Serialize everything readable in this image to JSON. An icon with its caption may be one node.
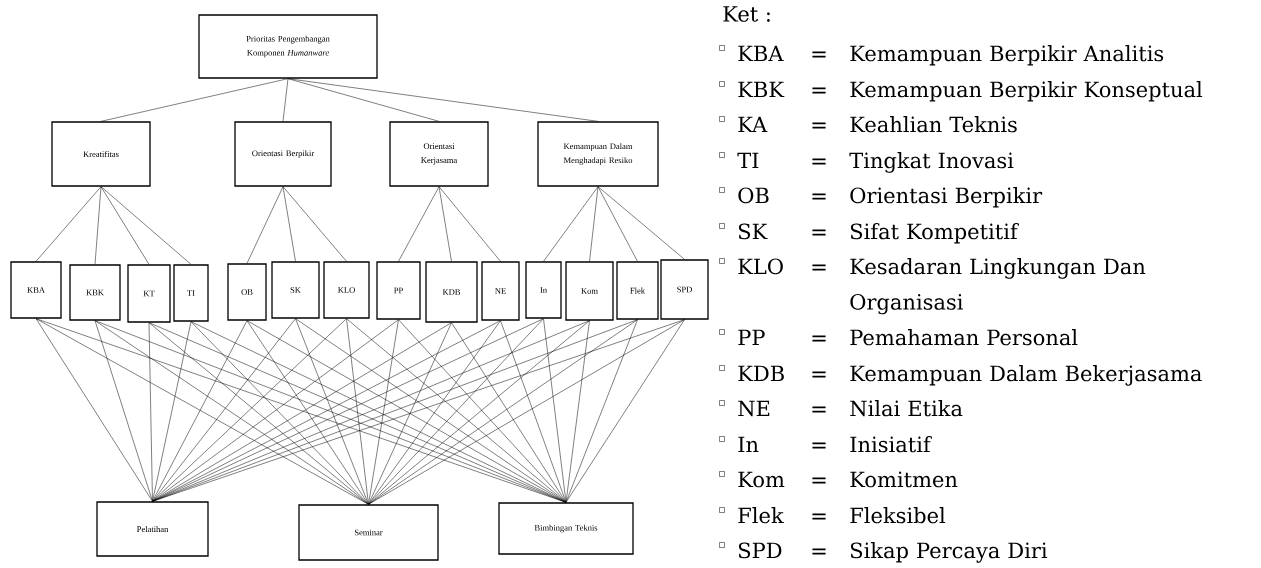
{
  "diagram": {
    "nodes": [
      {
        "text": [
          "Prioritas Pengembangan Komponen *Humanware*"
        ]
      },
      {
        "text": [
          "Kreatifitas"
        ]
      },
      {
        "text": [
          "Orientasi Berpikir"
        ]
      },
      {
        "text": [
          "Orientasi Kerjasama"
        ]
      },
      {
        "text": [
          "Kemampuan Dalam Menghadapi Resiko"
        ]
      },
      {
        "text": [
          "KBA"
        ]
      },
      {
        "text": [
          "KBK"
        ]
      },
      {
        "text": [
          "KT"
        ]
      },
      {
        "text": [
          "TI"
        ]
      },
      {
        "text": [
          "OB"
        ]
      },
      {
        "text": [
          "SK"
        ]
      },
      {
        "text": [
          "KLO"
        ]
      },
      {
        "text": [
          "PP"
        ]
      },
      {
        "text": [
          "KDB"
        ]
      },
      {
        "text": [
          "NE"
        ]
      },
      {
        "text": [
          "In"
        ]
      },
      {
        "text": [
          "Kom"
        ]
      },
      {
        "text": [
          "Flek"
        ]
      },
      {
        "text": [
          "SPD"
        ]
      },
      {
        "text": [
          "Pelatihan"
        ]
      },
      {
        "text": [
          "Seminar"
        ]
      },
      {
        "text": [
          "Bimbingan Teknis"
        ]
      }
    ],
    "edges": [
      {
        "from": 0,
        "to": 1,
        "arrow": "none"
      },
      {
        "from": 0,
        "to": 2,
        "arrow": "none"
      },
      {
        "from": 0,
        "to": 3,
        "arrow": "none"
      },
      {
        "from": 0,
        "to": 4,
        "arrow": "none"
      },
      {
        "from": 1,
        "to": 5,
        "arrow": "none"
      },
      {
        "from": 1,
        "to": 6,
        "arrow": "none"
      },
      {
        "from": 1,
        "to": 7,
        "arrow": "none"
      },
      {
        "from": 1,
        "to": 8,
        "arrow": "none"
      },
      {
        "from": 2,
        "to": 9,
        "arrow": "none"
      },
      {
        "from": 2,
        "to": 10,
        "arrow": "none"
      },
      {
        "from": 2,
        "to": 11,
        "arrow": "none"
      },
      {
        "from": 3,
        "to": 12,
        "arrow": "none"
      },
      {
        "from": 3,
        "to": 13,
        "arrow": "none"
      },
      {
        "from": 3,
        "to": 14,
        "arrow": "none"
      },
      {
        "from": 4,
        "to": 15,
        "arrow": "none"
      },
      {
        "from": 4,
        "to": 16,
        "arrow": "none"
      },
      {
        "from": 4,
        "to": 17,
        "arrow": "none"
      },
      {
        "from": 4,
        "to": 18,
        "arrow": "none"
      },
      {
        "from": 5,
        "to": 19,
        "arrow": "none"
      },
      {
        "from": 5,
        "to": 20,
        "arrow": "none"
      },
      {
        "from": 5,
        "to": 21,
        "arrow": "none"
      },
      {
        "from": 6,
        "to": 19,
        "arrow": "none"
      },
      {
        "from": 6,
        "to": 20,
        "arrow": "none"
      },
      {
        "from": 6,
        "to": 21,
        "arrow": "none"
      },
      {
        "from": 7,
        "to": 19,
        "arrow": "none"
      },
      {
        "from": 7,
        "to": 20,
        "arrow": "none"
      },
      {
        "from": 7,
        "to": 21,
        "arrow": "none"
      },
      {
        "from": 8,
        "to": 19,
        "arrow": "none"
      },
      {
        "from": 8,
        "to": 20,
        "arrow": "none"
      },
      {
        "from": 8,
        "to": 21,
        "arrow": "none"
      },
      {
        "from": 9,
        "to": 19,
        "arrow": "none"
      },
      {
        "from": 9,
        "to": 20,
        "arrow": "none"
      },
      {
        "from": 9,
        "to": 21,
        "arrow": "none"
      },
      {
        "from": 10,
        "to": 19,
        "arrow": "none"
      },
      {
        "from": 10,
        "to": 20,
        "arrow": "none"
      },
      {
        "from": 10,
        "to": 21,
        "arrow": "none"
      },
      {
        "from": 11,
        "to": 19,
        "arrow": "none"
      },
      {
        "from": 11,
        "to": 20,
        "arrow": "none"
      },
      {
        "from": 11,
        "to": 21,
        "arrow": "none"
      },
      {
        "from": 12,
        "to": 19,
        "arrow": "none"
      },
      {
        "from": 12,
        "to": 20,
        "arrow": "none"
      },
      {
        "from": 12,
        "to": 21,
        "arrow": "none"
      },
      {
        "from": 13,
        "to": 19,
        "arrow": "none"
      },
      {
        "from": 13,
        "to": 20,
        "arrow": "none"
      },
      {
        "from": 13,
        "to": 21,
        "arrow": "none"
      },
      {
        "from": 14,
        "to": 19,
        "arrow": "none"
      },
      {
        "from": 14,
        "to": 20,
        "arrow": "none"
      },
      {
        "from": 14,
        "to": 21,
        "arrow": "none"
      },
      {
        "from": 15,
        "to": 19,
        "arrow": "none"
      },
      {
        "from": 15,
        "to": 20,
        "arrow": "none"
      },
      {
        "from": 15,
        "to": 21,
        "arrow": "none"
      },
      {
        "from": 16,
        "to": 19,
        "arrow": "none"
      },
      {
        "from": 16,
        "to": 20,
        "arrow": "none"
      },
      {
        "from": 16,
        "to": 21,
        "arrow": "none"
      },
      {
        "from": 17,
        "to": 19,
        "arrow": "none"
      },
      {
        "from": 17,
        "to": 20,
        "arrow": "none"
      },
      {
        "from": 17,
        "to": 21,
        "arrow": "none"
      },
      {
        "from": 18,
        "to": 19,
        "arrow": "none"
      },
      {
        "from": 18,
        "to": 20,
        "arrow": "none"
      },
      {
        "from": 18,
        "to": 21,
        "arrow": "none"
      }
    ],
    "labels": [
      "Ket :",
      "KBA",
      "=",
      "Kemampuan Berpikir Analitis",
      "KBK",
      "=",
      "Kemampuan Berpikir Konseptual",
      "KA",
      "=",
      "Keahlian Teknis",
      "TI",
      "=",
      "Tingkat Inovasi",
      "OB",
      "=",
      "Orientasi Berpikir",
      "SK",
      "=",
      "Sifat Kompetitif",
      "KLO",
      "=",
      "Kesadaran Lingkungan Dan Organisasi",
      "PP",
      "=",
      "Pemahaman Personal",
      "KDB",
      "=",
      "Kemampuan Dalam Bekerjasama",
      "NE",
      "=",
      "Nilai Etika",
      "In",
      "=",
      "Inisiatif",
      "Kom",
      "=",
      "Komitmen",
      "Flek",
      "=",
      "Fleksibel",
      "SPD",
      "=",
      "Sikap Percaya Diri"
    ]
  }
}
